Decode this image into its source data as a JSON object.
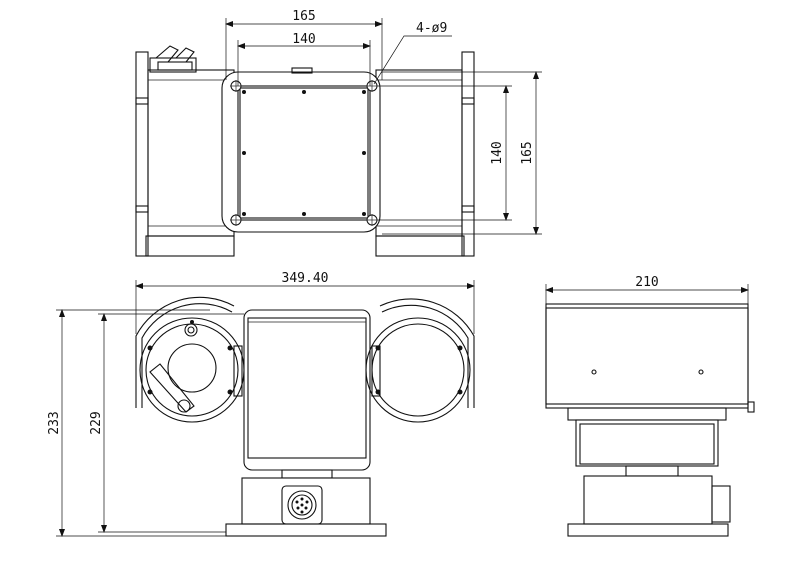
{
  "drawing": {
    "top_view": {
      "dim_outer_width": "165",
      "dim_inner_width": "140",
      "dim_hole_callout": "4-ø9",
      "dim_inner_height": "140",
      "dim_outer_height": "165"
    },
    "front_view": {
      "dim_overall_width": "349.40",
      "dim_total_height": "233",
      "dim_body_height": "229"
    },
    "side_view": {
      "dim_depth": "210"
    }
  }
}
